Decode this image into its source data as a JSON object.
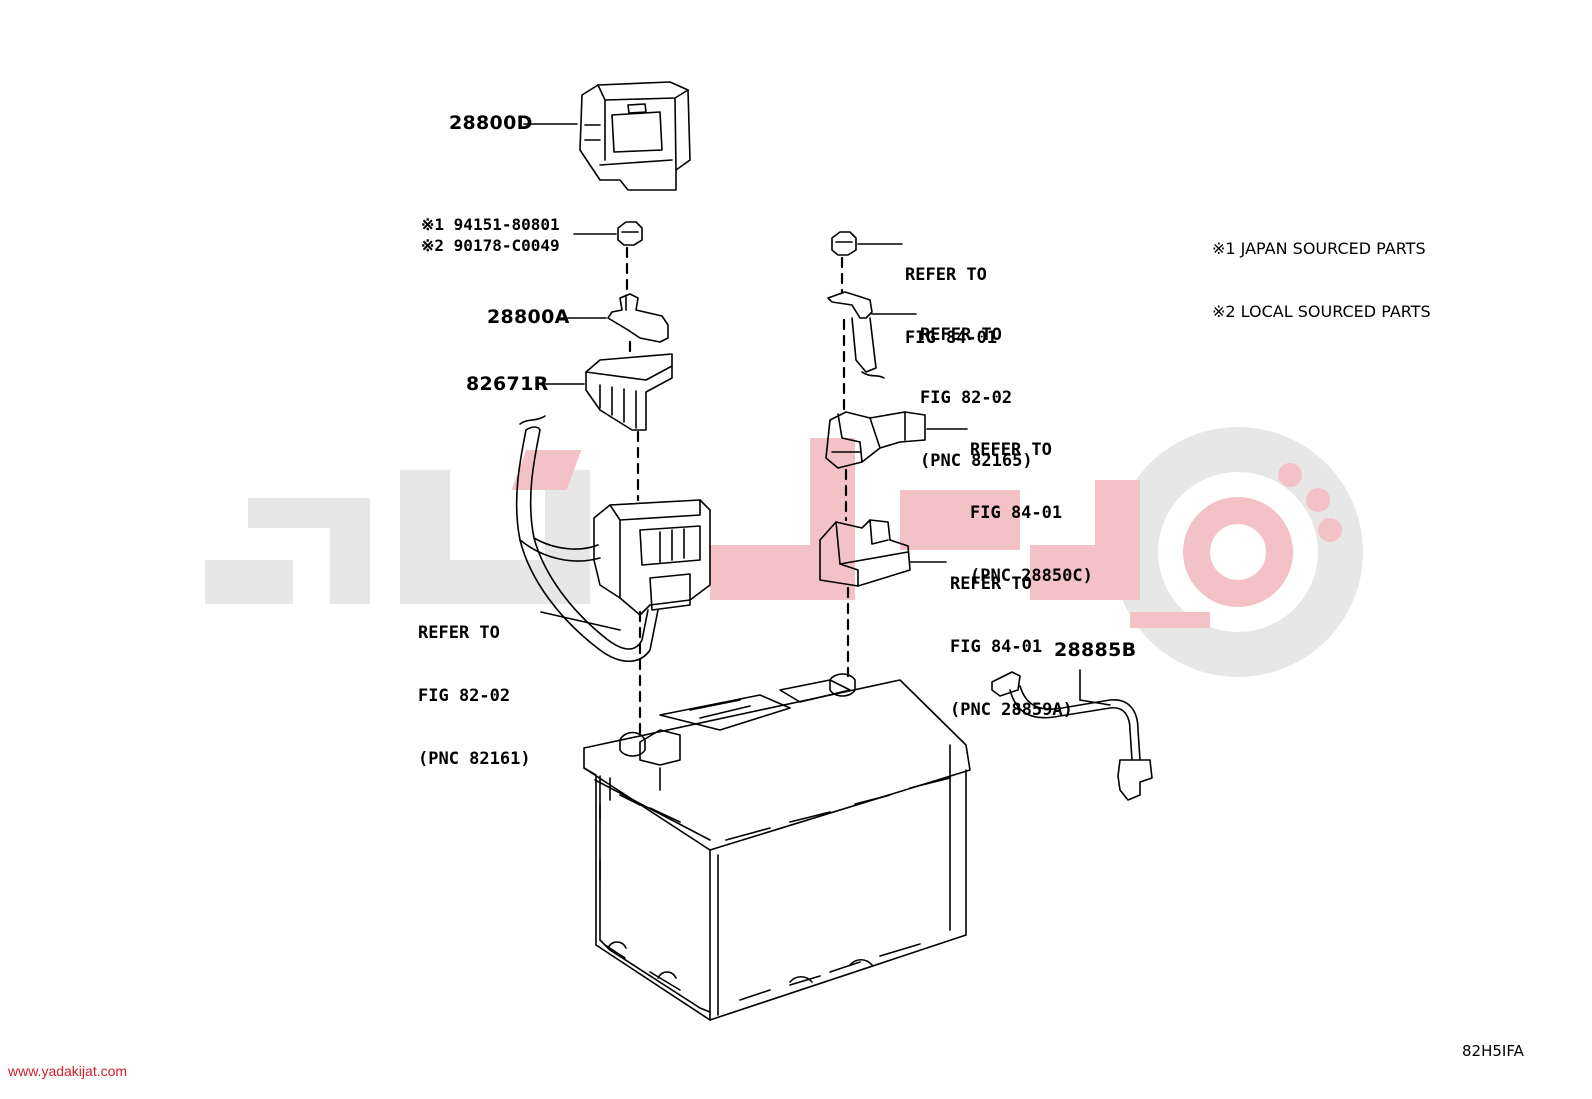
{
  "parts": {
    "p28800D": "28800D",
    "p28800A": "28800A",
    "p82671R": "82671R",
    "p28885B": "28885B"
  },
  "nut_callouts": {
    "line1": "※1 94151-80801",
    "line2": "※2 90178-C0049"
  },
  "refer": {
    "r1": [
      "REFER TO",
      "FIG 84-01"
    ],
    "r2": [
      "REFER TO",
      "FIG 82-02",
      "(PNC 82165)"
    ],
    "r3": [
      "REFER TO",
      "FIG 84-01",
      "(PNC 28850C)"
    ],
    "r4": [
      "REFER TO",
      "FIG 84-01",
      "(PNC 28859A)"
    ],
    "r5": [
      "REFER TO",
      "FIG 82-02",
      "(PNC 82161)"
    ]
  },
  "legend": {
    "l1": "※1 JAPAN SOURCED PARTS",
    "l2": "※2 LOCAL SOURCED PARTS"
  },
  "figure_code": "82H5IFA",
  "watermark_site": "www.yadakijat.com",
  "colors": {
    "line": "#000000",
    "watermark_gray": "#e6e6e6",
    "watermark_red": "#f3c2c6",
    "site_red": "#d0202a"
  }
}
